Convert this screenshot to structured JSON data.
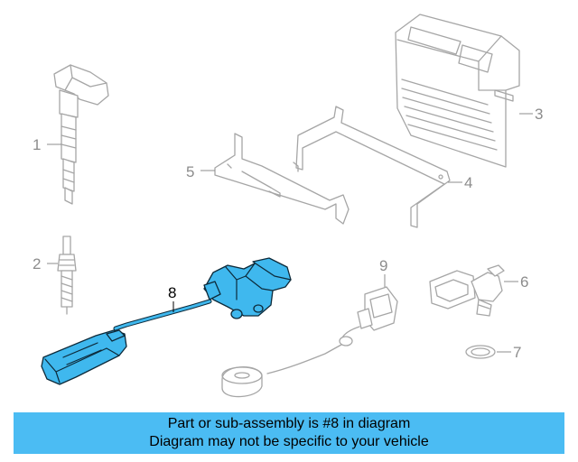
{
  "colors": {
    "highlight": "#3fb8ee",
    "banner": "#4bbcf3",
    "line_art": "#a6a6a6",
    "callout": "#8c8c8c"
  },
  "callouts": [
    {
      "number": "1",
      "part": "ignition coil",
      "highlighted": false
    },
    {
      "number": "2",
      "part": "spark plug",
      "highlighted": false
    },
    {
      "number": "3",
      "part": "engine control module",
      "highlighted": false
    },
    {
      "number": "4",
      "part": "mounting bracket",
      "highlighted": false
    },
    {
      "number": "5",
      "part": "bracket",
      "highlighted": false
    },
    {
      "number": "6",
      "part": "sensor",
      "highlighted": false
    },
    {
      "number": "7",
      "part": "seal ring",
      "highlighted": false
    },
    {
      "number": "8",
      "part": "sensor with harness",
      "highlighted": true
    },
    {
      "number": "9",
      "part": "knock sensor",
      "highlighted": false
    }
  ],
  "banner": {
    "line1": "Part or sub-assembly is #8 in diagram",
    "line2": "Diagram may not be specific to your vehicle"
  }
}
